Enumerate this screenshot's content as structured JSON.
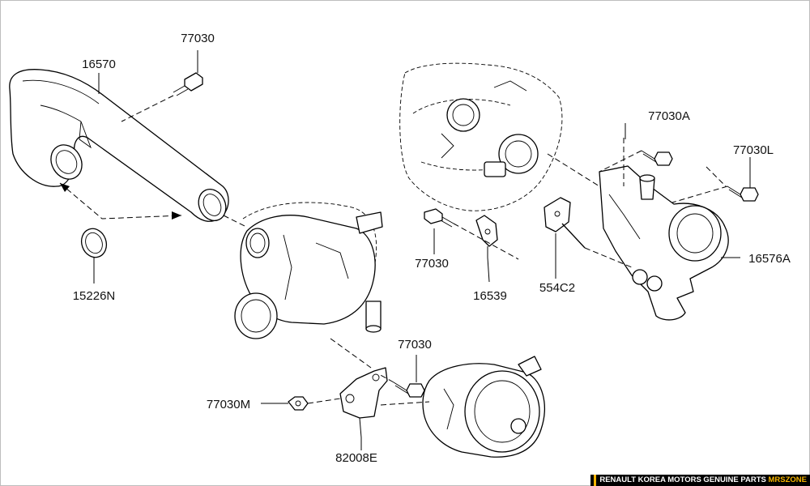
{
  "part_labels": {
    "p77030_top": "77030",
    "p16570": "16570",
    "p15226N": "15226N",
    "p77030A": "77030A",
    "p77030L": "77030L",
    "p77030_mid": "77030",
    "p16539": "16539",
    "p554C2": "554C2",
    "p16576A": "16576A",
    "p77030_low": "77030",
    "p77030M": "77030M",
    "p82008E": "82008E"
  },
  "footer": {
    "brand_text": "RENAULT KOREA MOTORS GENUINE PARTS",
    "site_text": "MRSZONE",
    "accent_color": "#f5b400"
  }
}
